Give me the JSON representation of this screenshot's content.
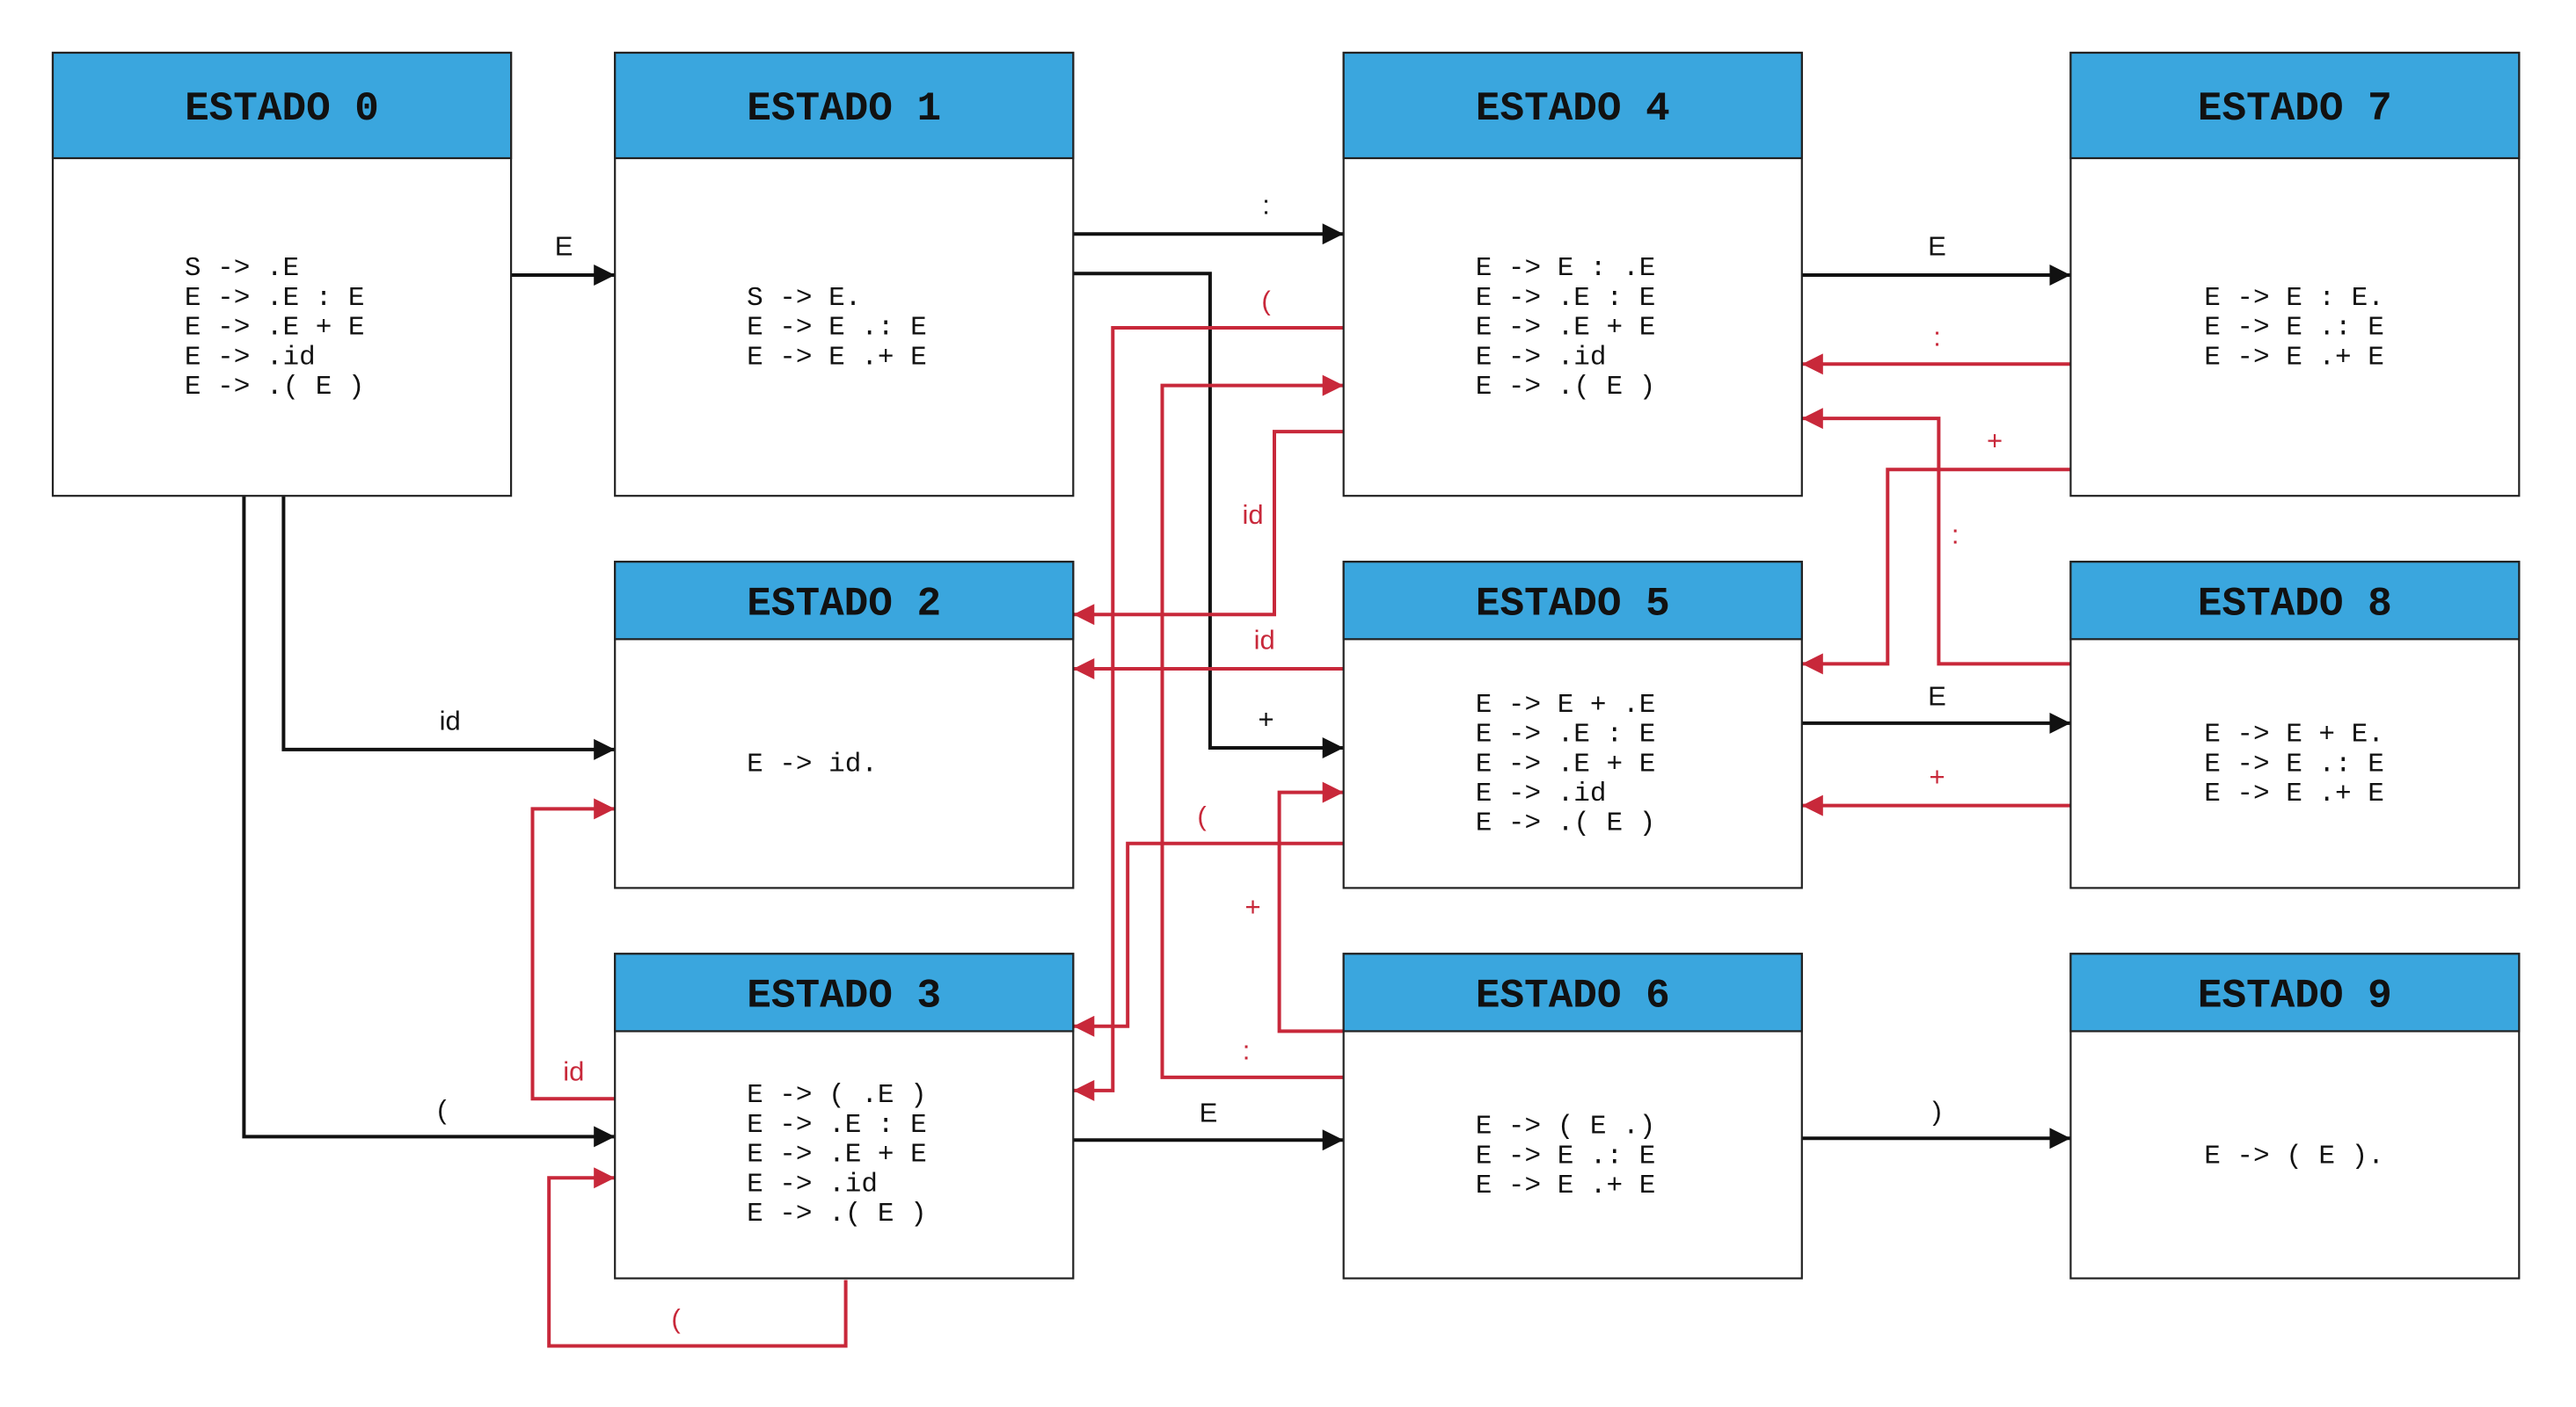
{
  "colors": {
    "header": "#3aa6de",
    "border": "#222222",
    "black_edge": "#111111",
    "red_edge": "#c8283a"
  },
  "states": [
    {
      "id": 0,
      "title": "ESTADO 0",
      "items": [
        "S -> .E",
        "E -> .E : E",
        "E -> .E + E",
        "E -> .id",
        "E -> .( E )"
      ]
    },
    {
      "id": 1,
      "title": "ESTADO 1",
      "items": [
        "S -> E.",
        "E -> E .: E",
        "E -> E .+ E"
      ]
    },
    {
      "id": 2,
      "title": "ESTADO 2",
      "items": [
        "E -> id."
      ]
    },
    {
      "id": 3,
      "title": "ESTADO 3",
      "items": [
        "E -> ( .E )",
        "E -> .E : E",
        "E -> .E + E",
        "E -> .id",
        "E -> .( E )"
      ]
    },
    {
      "id": 4,
      "title": "ESTADO 4",
      "items": [
        "E -> E : .E",
        "E -> .E : E",
        "E -> .E + E",
        "E -> .id",
        "E -> .( E )"
      ]
    },
    {
      "id": 5,
      "title": "ESTADO 5",
      "items": [
        "E -> E + .E",
        "E -> .E : E",
        "E -> .E + E",
        "E -> .id",
        "E -> .( E )"
      ]
    },
    {
      "id": 6,
      "title": "ESTADO 6",
      "items": [
        "E -> ( E .)",
        "E -> E .: E",
        "E -> E .+ E"
      ]
    },
    {
      "id": 7,
      "title": "ESTADO 7",
      "items": [
        "E -> E : E.",
        "E -> E .: E",
        "E -> E .+ E"
      ]
    },
    {
      "id": 8,
      "title": "ESTADO 8",
      "items": [
        "E -> E + E.",
        "E -> E .: E",
        "E -> E .+ E"
      ]
    },
    {
      "id": 9,
      "title": "ESTADO 9",
      "items": [
        "E -> ( E )."
      ]
    }
  ],
  "transitions": [
    {
      "from": 0,
      "to": 1,
      "label": "E",
      "color": "black"
    },
    {
      "from": 0,
      "to": 2,
      "label": "id",
      "color": "black"
    },
    {
      "from": 0,
      "to": 3,
      "label": "(",
      "color": "black"
    },
    {
      "from": 1,
      "to": 4,
      "label": ":",
      "color": "black"
    },
    {
      "from": 1,
      "to": 5,
      "label": "+",
      "color": "black"
    },
    {
      "from": 3,
      "to": 6,
      "label": "E",
      "color": "black"
    },
    {
      "from": 4,
      "to": 7,
      "label": "E",
      "color": "black"
    },
    {
      "from": 5,
      "to": 8,
      "label": "E",
      "color": "black"
    },
    {
      "from": 6,
      "to": 9,
      "label": ")",
      "color": "black"
    },
    {
      "from": 4,
      "to": 3,
      "label": "(",
      "color": "red"
    },
    {
      "from": 4,
      "to": 2,
      "label": "id",
      "color": "red"
    },
    {
      "from": 5,
      "to": 2,
      "label": "id",
      "color": "red"
    },
    {
      "from": 5,
      "to": 3,
      "label": "(",
      "color": "red"
    },
    {
      "from": 3,
      "to": 2,
      "label": "id",
      "color": "red"
    },
    {
      "from": 3,
      "to": 3,
      "label": "(",
      "color": "red"
    },
    {
      "from": 6,
      "to": 5,
      "label": "+",
      "color": "red"
    },
    {
      "from": 6,
      "to": 4,
      "label": ":",
      "color": "red"
    },
    {
      "from": 7,
      "to": 4,
      "label": ":",
      "color": "red"
    },
    {
      "from": 7,
      "to": 5,
      "label": "+",
      "color": "red"
    },
    {
      "from": 8,
      "to": 4,
      "label": ":",
      "color": "red"
    },
    {
      "from": 8,
      "to": 5,
      "label": "+",
      "color": "red"
    }
  ]
}
